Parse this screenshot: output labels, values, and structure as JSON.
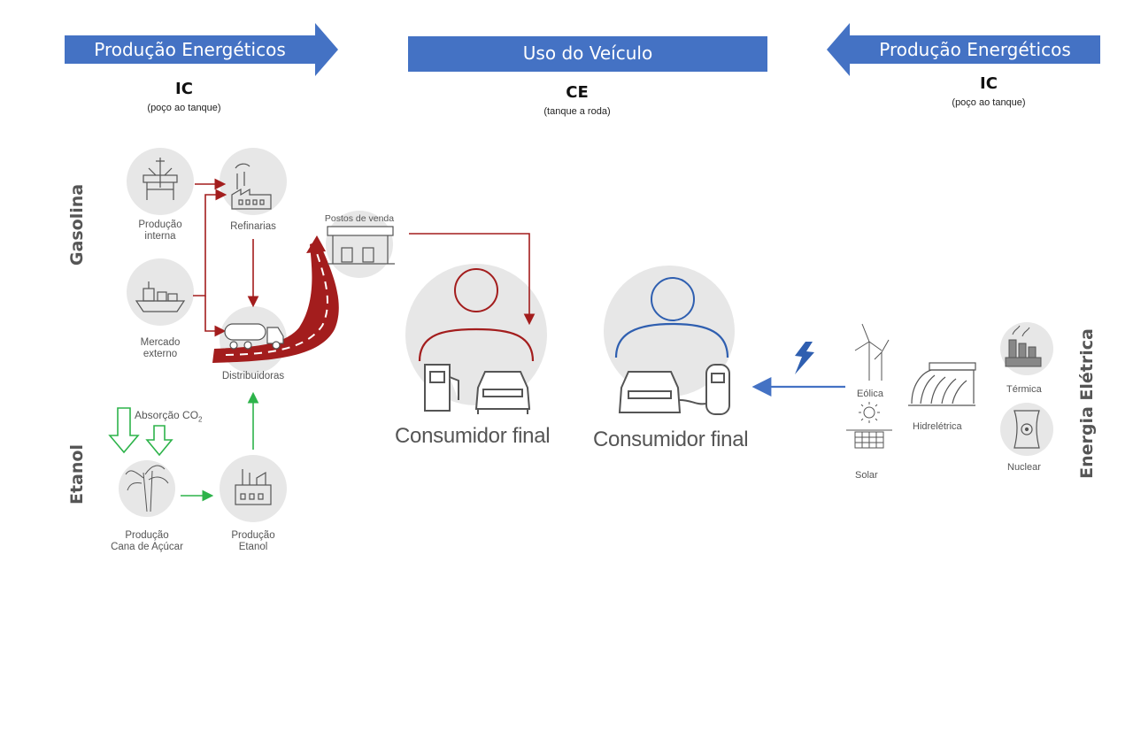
{
  "banners": {
    "left": "Produção Energéticos",
    "center": "Uso do Veículo",
    "right": "Produção Energéticos"
  },
  "sections": {
    "left_code": "IC",
    "left_sub": "(poço ao tanque)",
    "center_code": "CE",
    "center_sub": "(tanque  a roda)",
    "right_code": "IC",
    "right_sub": "(poço ao tanque)"
  },
  "side_labels": {
    "gasolina": "Gasolina",
    "etanol": "Etanol",
    "energia": "Energia Elétrica"
  },
  "nodes": {
    "producao_interna": [
      "Produção",
      "interna"
    ],
    "refinarias": "Refinarias",
    "mercado_externo": [
      "Mercado",
      "externo"
    ],
    "distribuidoras": "Distribuidoras",
    "postos": "Postos de venda",
    "absorcao": "Absorção CO",
    "absorcao_sub": "2",
    "cana": [
      "Produção",
      "Cana de Açúcar"
    ],
    "etanol_prod": [
      "Produção",
      "Etanol"
    ],
    "consumidor_combustao": "Consumidor final",
    "consumidor_eletrico": "Consumidor final",
    "eolica": "Eólica",
    "solar": "Solar",
    "hidreletrica": "Hidrelétrica",
    "termica": "Térmica",
    "nuclear": "Nuclear"
  },
  "colors": {
    "banner": "#4472C4",
    "gasoline_flow": "#A31D1D",
    "ethanol_flow": "#2DB34A",
    "electric_flow": "#4472C4",
    "circle": "#E7E7E7",
    "icon": "#555555"
  }
}
